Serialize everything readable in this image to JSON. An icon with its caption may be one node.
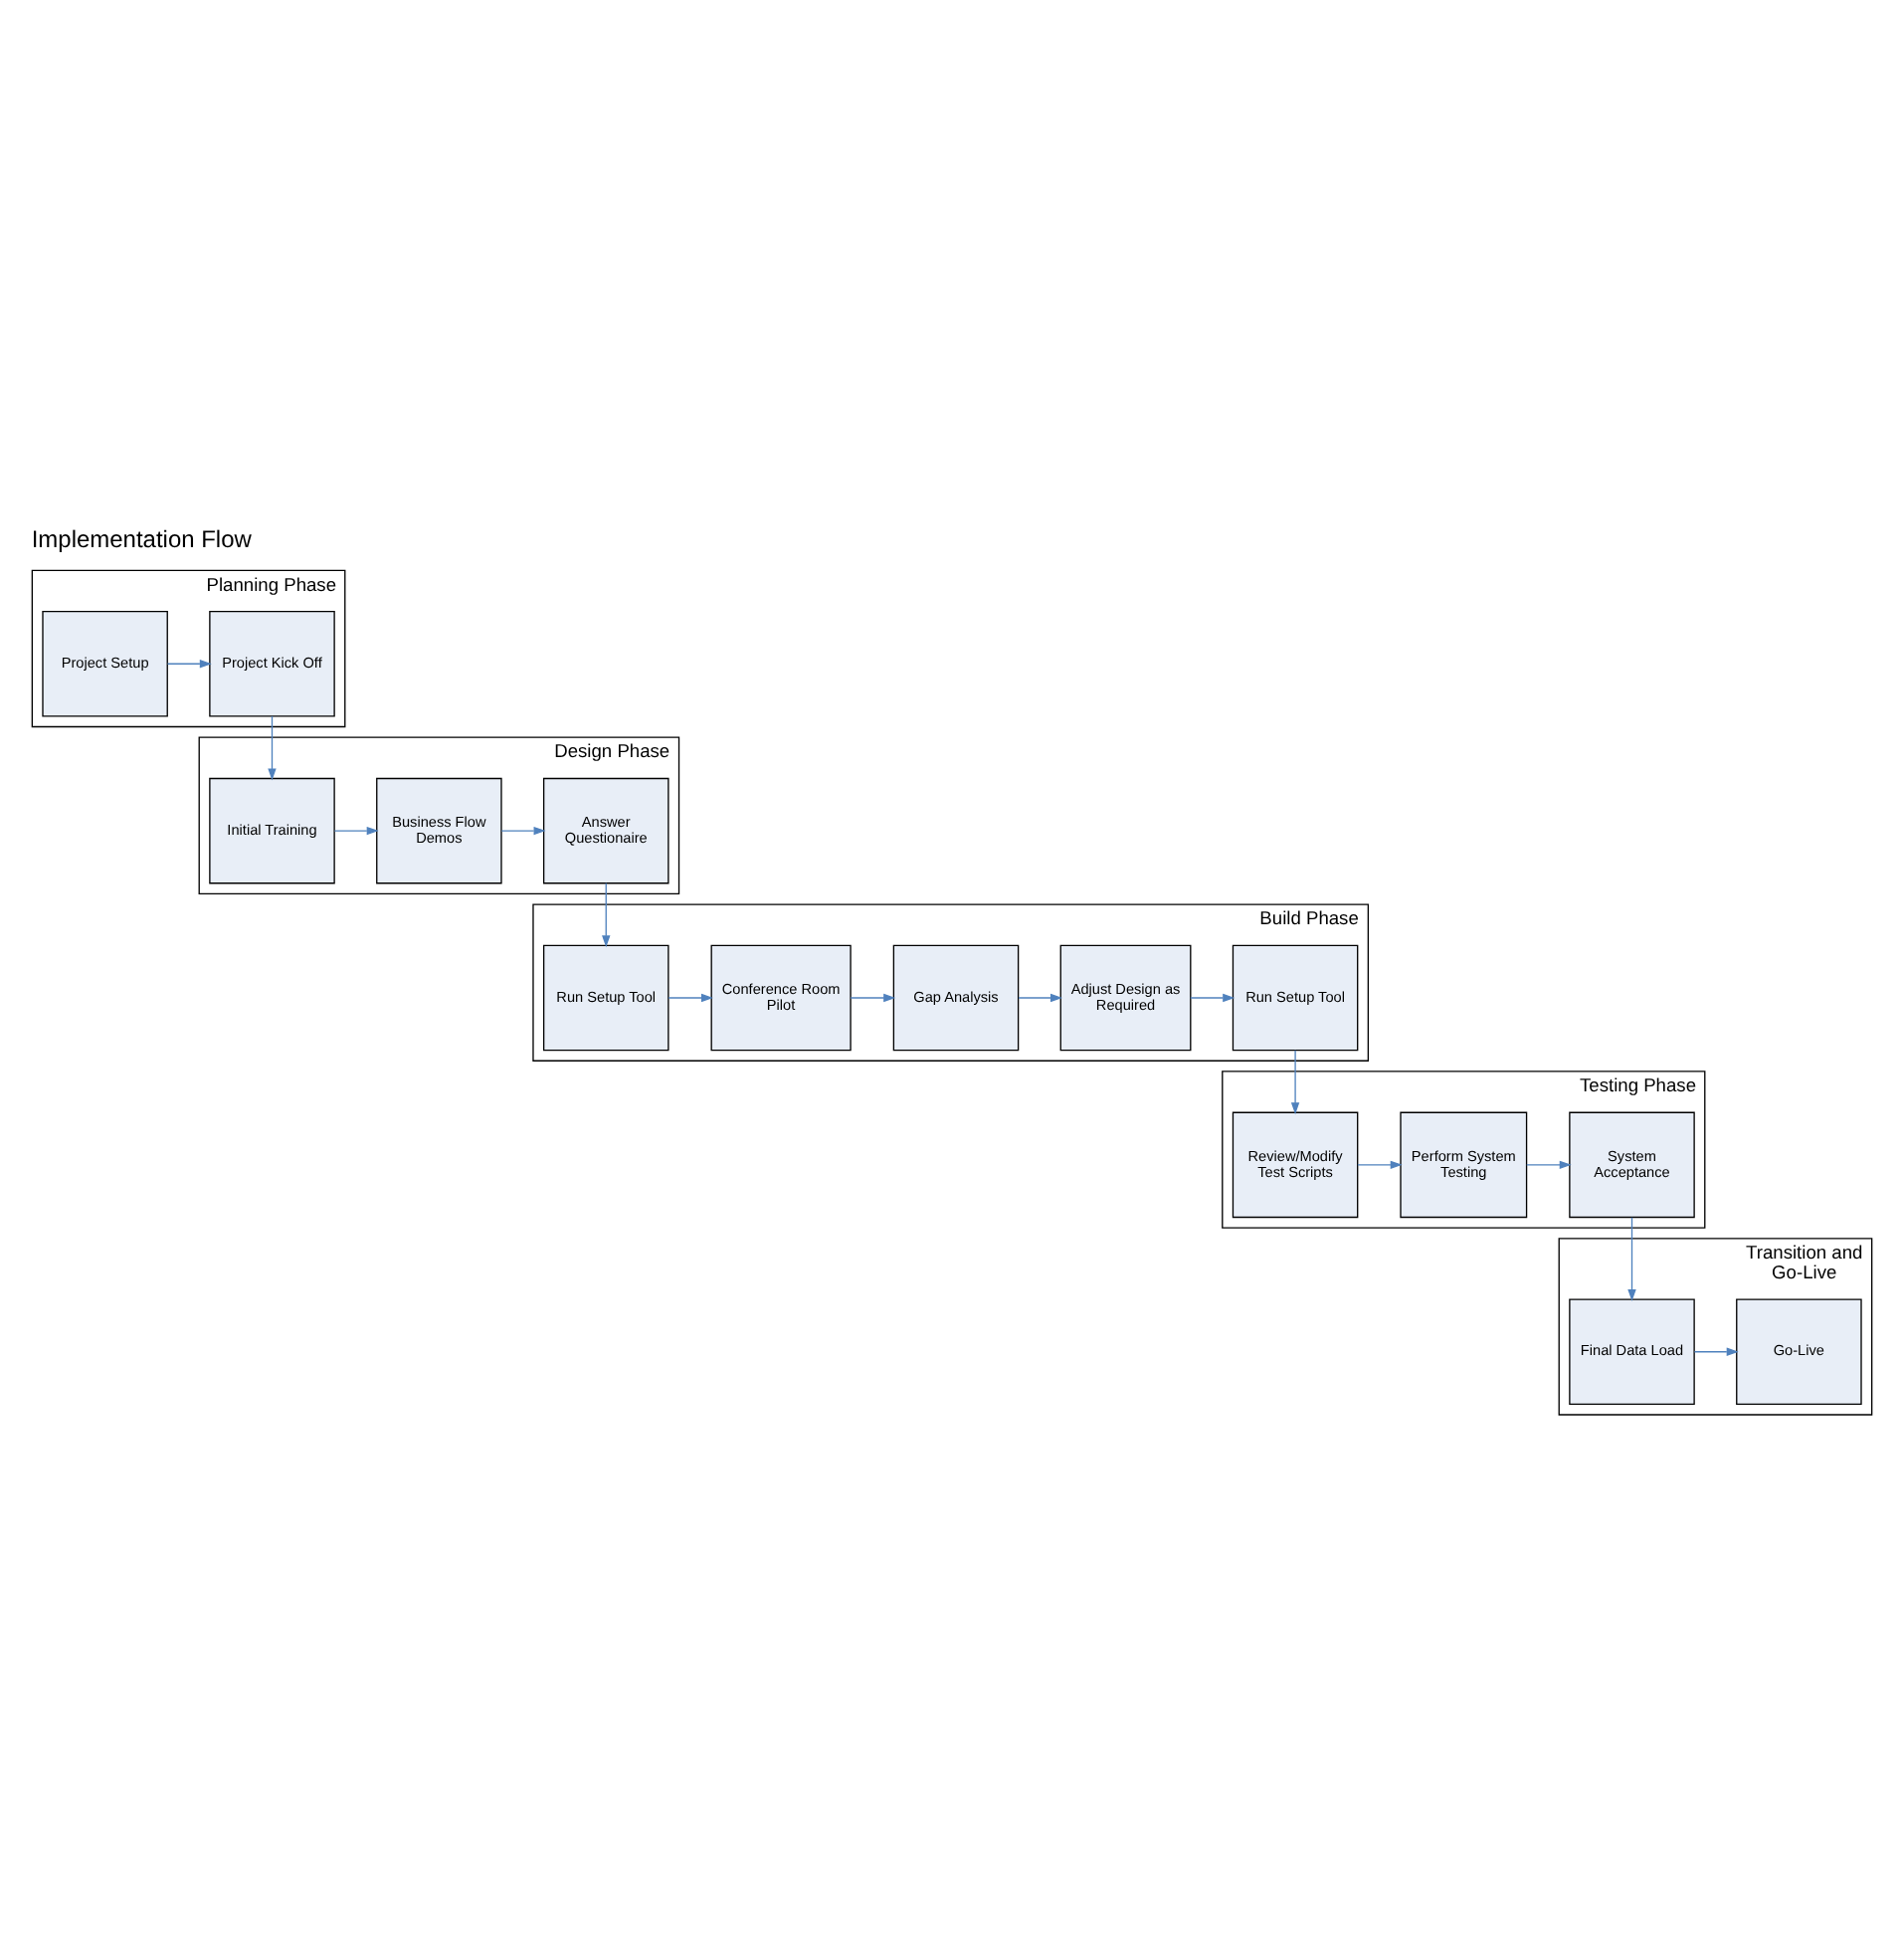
{
  "diagram": {
    "title": "Implementation Flow",
    "nodes": [
      {
        "text": [
          "Planning Phase"
        ]
      },
      {
        "text": [
          "Project Setup"
        ],
        "in": 0
      },
      {
        "text": [
          "Project Kick Off"
        ],
        "in": 0
      },
      {
        "text": [
          "Design Phase"
        ]
      },
      {
        "text": [
          "Initial Training"
        ],
        "in": 3
      },
      {
        "text": [
          "Business Flow Demos"
        ],
        "in": 3
      },
      {
        "text": [
          "Answer Questionaire"
        ],
        "in": 3
      },
      {
        "text": [
          "Build Phase"
        ]
      },
      {
        "text": [
          "Run Setup Tool"
        ],
        "in": 7
      },
      {
        "text": [
          "Conference Room Pilot"
        ],
        "in": 7
      },
      {
        "text": [
          "Gap Analysis"
        ],
        "in": 7
      },
      {
        "text": [
          "Adjust Design as Required"
        ],
        "in": 7
      },
      {
        "text": [
          "Run Setup Tool"
        ],
        "in": 7
      },
      {
        "text": [
          "Testing Phase"
        ]
      },
      {
        "text": [
          "Review/Modify Test Scripts"
        ],
        "in": 13
      },
      {
        "text": [
          "Perform System Testing"
        ],
        "in": 13
      },
      {
        "text": [
          "System Acceptance"
        ],
        "in": 13
      },
      {
        "text": [
          "Transition and Go-Live"
        ]
      },
      {
        "text": [
          "Final Data Load"
        ],
        "in": 17
      },
      {
        "text": [
          "Go-Live"
        ],
        "in": 17
      }
    ],
    "edges": [
      {
        "from": 1,
        "to": 2,
        "arrow": "to"
      },
      {
        "from": 2,
        "to": 4,
        "arrow": "to"
      },
      {
        "from": 4,
        "to": 5,
        "arrow": "to"
      },
      {
        "from": 5,
        "to": 6,
        "arrow": "to"
      },
      {
        "from": 6,
        "to": 8,
        "arrow": "to"
      },
      {
        "from": 8,
        "to": 9,
        "arrow": "to"
      },
      {
        "from": 9,
        "to": 10,
        "arrow": "to"
      },
      {
        "from": 10,
        "to": 11,
        "arrow": "to"
      },
      {
        "from": 11,
        "to": 12,
        "arrow": "to"
      },
      {
        "from": 12,
        "to": 14,
        "arrow": "to"
      },
      {
        "from": 14,
        "to": 15,
        "arrow": "to"
      },
      {
        "from": 15,
        "to": 16,
        "arrow": "to"
      },
      {
        "from": 16,
        "to": 18,
        "arrow": "to"
      },
      {
        "from": 18,
        "to": 19,
        "arrow": "to"
      }
    ]
  }
}
